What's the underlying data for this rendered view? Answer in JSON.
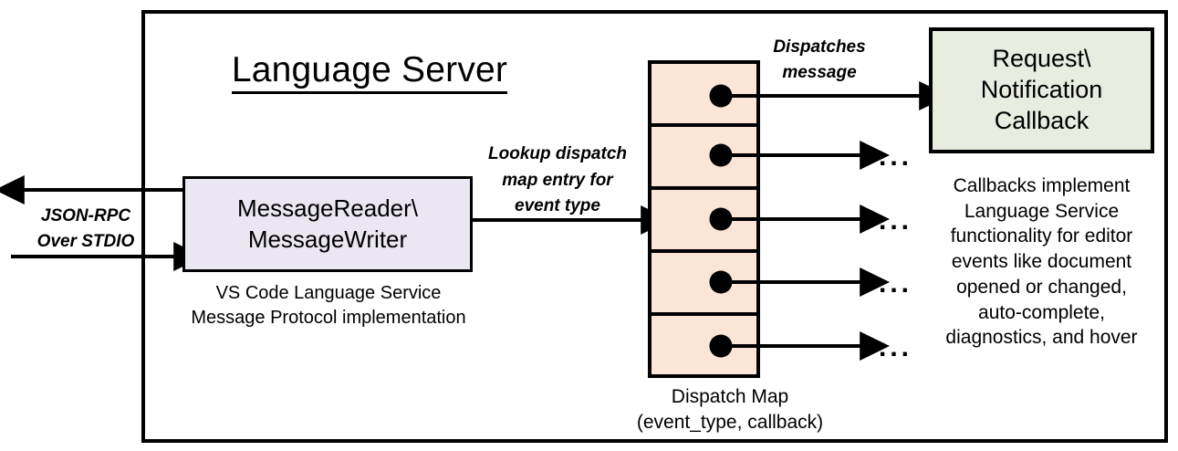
{
  "diagram": {
    "title": "Language Server",
    "container": {
      "label": "Language Server",
      "border_color": "#000000"
    },
    "left_channel": {
      "label_line1": "JSON-RPC",
      "label_line2": "Over STDIO",
      "outbound_arrow": "arrow-left-out",
      "inbound_arrow": "arrow-right-in"
    },
    "message_box": {
      "line1": "MessageReader\\",
      "line2": "MessageWriter",
      "fill": "#EAE6F2",
      "caption_line1": "VS Code Language Service",
      "caption_line2": "Message Protocol implementation"
    },
    "lookup_label": {
      "line1": "Lookup dispatch",
      "line2": "map entry for",
      "line3": "event type"
    },
    "dispatch_map": {
      "fill": "#FBE5D6",
      "caption_line1": "Dispatch Map",
      "caption_line2": "(event_type, callback)",
      "rows": [
        {
          "id": "row-1",
          "has_dot": true,
          "target": "callback-box"
        },
        {
          "id": "row-2",
          "has_dot": true,
          "target": "ellipsis",
          "ellipsis": "..."
        },
        {
          "id": "row-3",
          "has_dot": true,
          "target": "ellipsis",
          "ellipsis": "..."
        },
        {
          "id": "row-4",
          "has_dot": true,
          "target": "ellipsis",
          "ellipsis": "..."
        },
        {
          "id": "row-5",
          "has_dot": true,
          "target": "ellipsis",
          "ellipsis": "..."
        }
      ]
    },
    "dispatches_label": {
      "line1": "Dispatches",
      "line2": "message"
    },
    "callback": {
      "line1": "Request\\",
      "line2": "Notification",
      "line3": "Callback",
      "fill": "#E8EDE0",
      "caption_line1": "Callbacks implement",
      "caption_line2": "Language Service",
      "caption_line3": "functionality for editor",
      "caption_line4": "events like document",
      "caption_line5": "opened or changed,",
      "caption_line6": "auto-complete,",
      "caption_line7": "diagnostics, and hover"
    }
  }
}
